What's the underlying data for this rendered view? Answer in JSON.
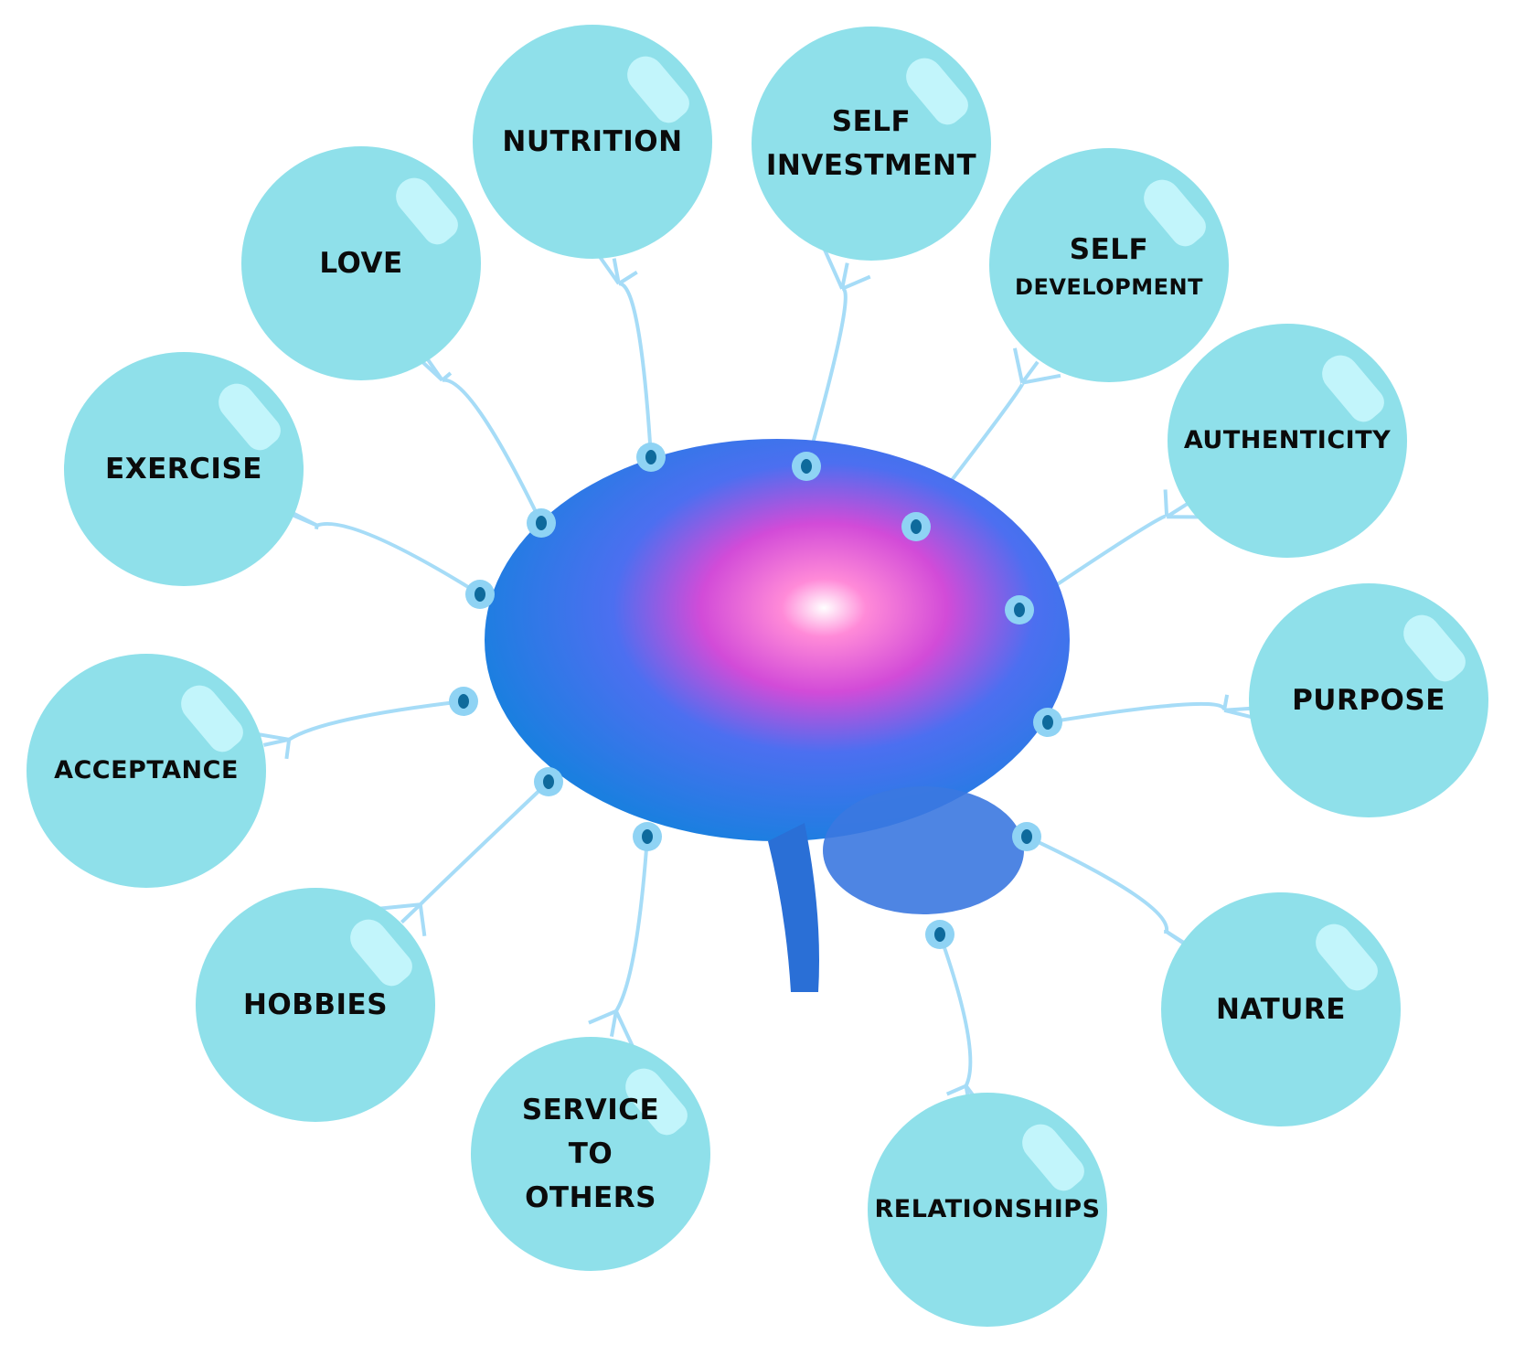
{
  "bubbles": [
    {
      "id": "nutrition",
      "lines": [
        "NUTRITION"
      ]
    },
    {
      "id": "self-investment",
      "lines": [
        "SELF",
        "INVESTMENT"
      ]
    },
    {
      "id": "love",
      "lines": [
        "LOVE"
      ]
    },
    {
      "id": "self-development",
      "lines": [
        "SELF",
        "DEVELOPMENT"
      ]
    },
    {
      "id": "exercise",
      "lines": [
        "EXERCISE"
      ]
    },
    {
      "id": "authenticity",
      "lines": [
        "AUTHENTICITY"
      ]
    },
    {
      "id": "acceptance",
      "lines": [
        "ACCEPTANCE"
      ]
    },
    {
      "id": "purpose",
      "lines": [
        "PURPOSE"
      ]
    },
    {
      "id": "hobbies",
      "lines": [
        "HOBBIES"
      ]
    },
    {
      "id": "nature",
      "lines": [
        "NATURE"
      ]
    },
    {
      "id": "service-to-others",
      "lines": [
        "SERVICE",
        "TO",
        "OTHERS"
      ]
    },
    {
      "id": "relationships",
      "lines": [
        "RELATIONSHIPS"
      ]
    }
  ],
  "colors": {
    "bubble": "#8fe0ea",
    "neuron": "#a6dcf7",
    "brain_blue": "#2a6fd6",
    "brain_glow": "#ff4fa8"
  }
}
